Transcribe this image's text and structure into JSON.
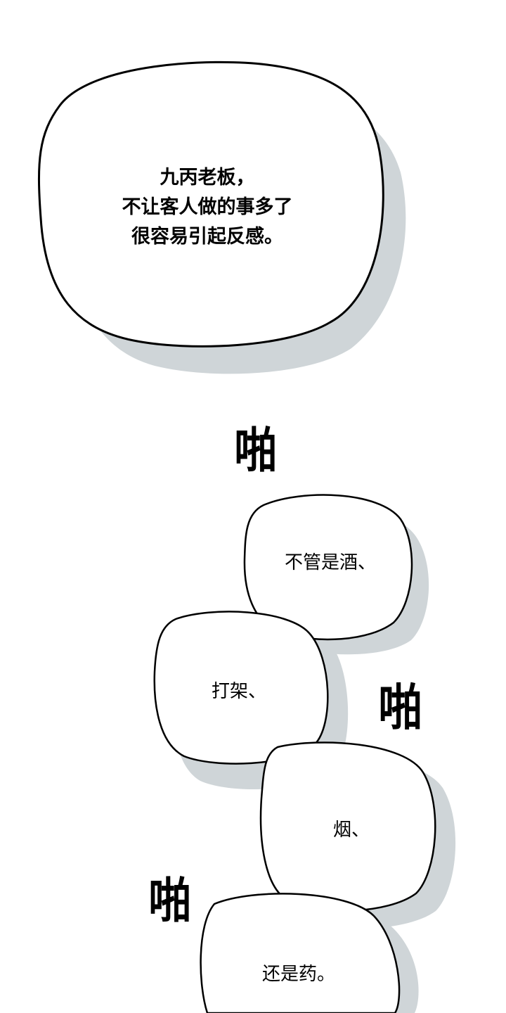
{
  "panel": {
    "colors": {
      "background": "#ffffff",
      "bubble_fill": "#ffffff",
      "bubble_outline": "#000000",
      "shadow": "#cfd5d8",
      "text": "#000000"
    },
    "big_bubble": {
      "lines": [
        "九丙老板，",
        "不让客人做的事多了",
        "很容易引起反感。"
      ]
    },
    "sfx": [
      "啪",
      "啪",
      "啪"
    ],
    "chain_bubbles": [
      {
        "text": "不管是酒、"
      },
      {
        "text": "打架、"
      },
      {
        "text": "烟、"
      },
      {
        "text": "还是药。"
      }
    ]
  }
}
